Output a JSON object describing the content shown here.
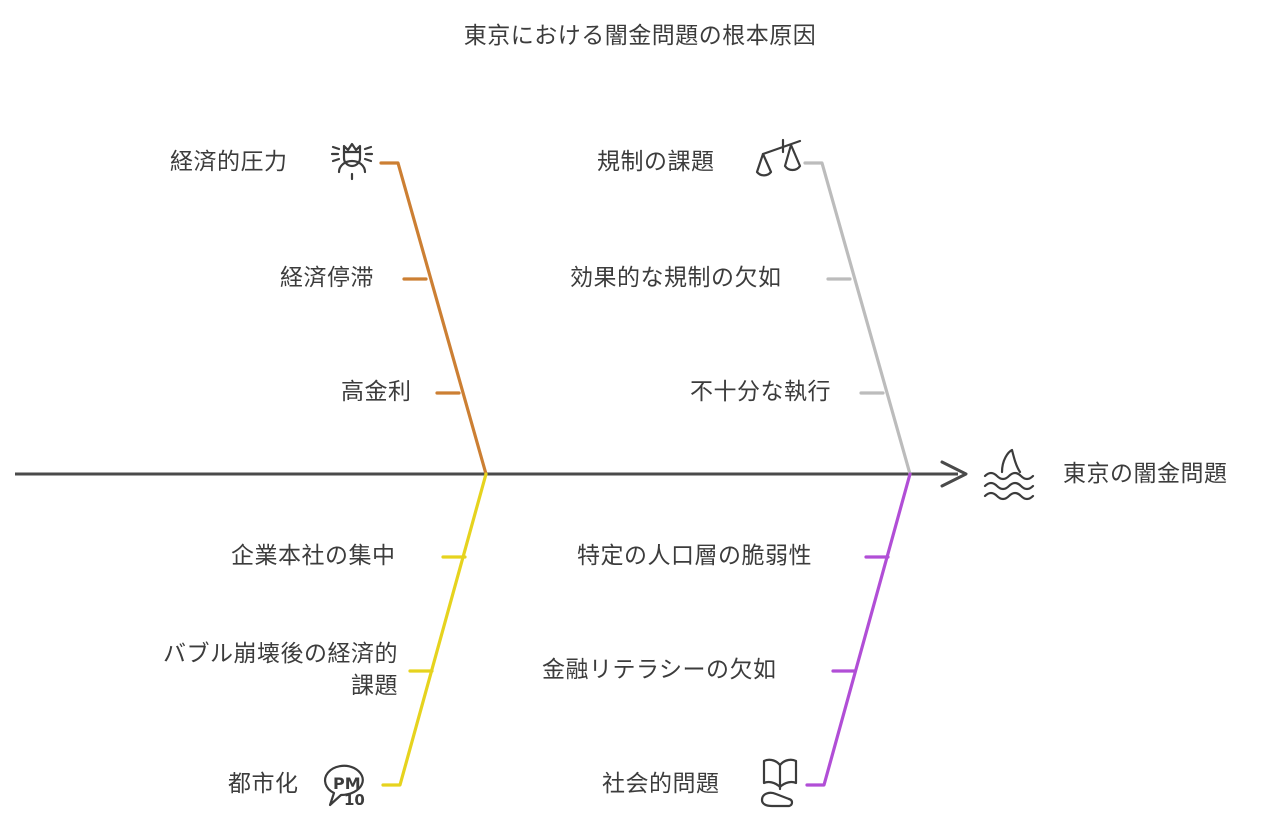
{
  "diagram": {
    "type": "fishbone",
    "title": "東京における闇金問題の根本原因",
    "effect": {
      "label": "東京の闇金問題",
      "icon": "waves-shark-fin-icon"
    },
    "categories": [
      {
        "id": "economic-pressure",
        "label": "経済的圧力",
        "position": "top-left",
        "color": "#CC7F33",
        "icon": "stressed-person-icon",
        "causes": [
          {
            "label": "経済停滞"
          },
          {
            "label": "高金利"
          }
        ]
      },
      {
        "id": "regulatory-challenges",
        "label": "規制の課題",
        "position": "top-right",
        "color": "#BCBCBC",
        "icon": "balance-scale-icon",
        "causes": [
          {
            "label": "効果的な規制の欠如"
          },
          {
            "label": "不十分な執行"
          }
        ]
      },
      {
        "id": "urbanization",
        "label": "都市化",
        "position": "bottom-left",
        "color": "#E6D31E",
        "icon": "pm10-speech-bubble-icon",
        "causes": [
          {
            "label": "企業本社の集中"
          },
          {
            "label_line1": "バブル崩壊後の経済的",
            "label_line2": "課題"
          }
        ]
      },
      {
        "id": "social-problems",
        "label": "社会的問題",
        "position": "bottom-right",
        "color": "#B14ED6",
        "icon": "book-in-hand-icon",
        "causes": [
          {
            "label": "特定の人口層の脆弱性"
          },
          {
            "label": "金融リテラシーの欠如"
          }
        ]
      }
    ],
    "colors": {
      "spine": "#4a4a4a",
      "text": "#3c3c3c",
      "background": "#ffffff",
      "icon_stroke": "#3c3c3c"
    }
  }
}
